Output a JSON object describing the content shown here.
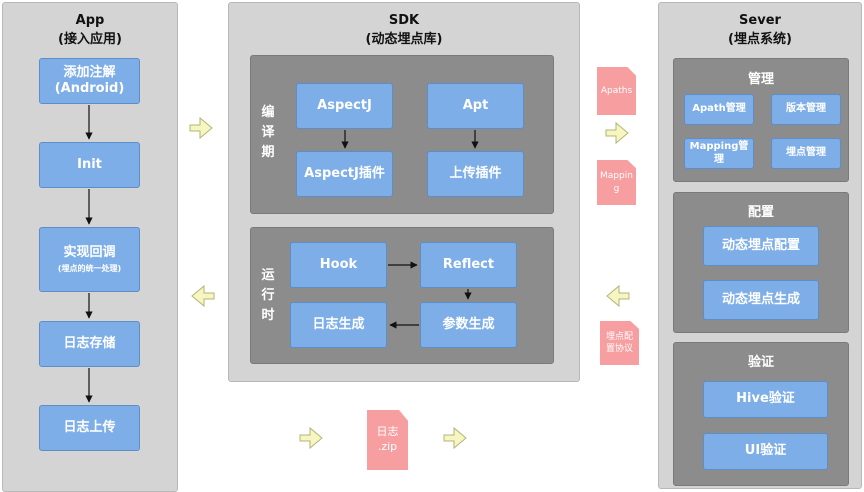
{
  "app": {
    "title": "App",
    "subtitle": "(接入应用)",
    "steps": [
      {
        "label": "添加注解",
        "sub_label": "(Android)"
      },
      {
        "label": "Init"
      },
      {
        "label": "实现回调",
        "note": "(埋点的统一处理)"
      },
      {
        "label": "日志存储"
      },
      {
        "label": "日志上传"
      }
    ]
  },
  "sdk": {
    "title": "SDK",
    "subtitle": "(动态埋点库)",
    "compile": {
      "label_chars": [
        "编",
        "译",
        "期"
      ],
      "boxes": [
        "AspectJ",
        "Apt",
        "AspectJ插件",
        "上传插件"
      ]
    },
    "runtime": {
      "label_chars": [
        "运",
        "行",
        "时"
      ],
      "boxes": [
        "Hook",
        "Reflect",
        "参数生成",
        "日志生成"
      ]
    }
  },
  "server": {
    "title": "Sever",
    "subtitle": "(埋点系统)",
    "manage": {
      "title": "管理",
      "items": [
        "Apath管理",
        "版本管理",
        "Mapping管理",
        "埋点管理"
      ]
    },
    "config": {
      "title": "配置",
      "items": [
        "动态埋点配置",
        "动态埋点生成"
      ]
    },
    "verify": {
      "title": "验证",
      "items": [
        "Hive验证",
        "UI验证"
      ]
    }
  },
  "documents": {
    "apaths": "Apaths",
    "mapping": "Mapping",
    "protocol": "埋点配置协议",
    "log_zip_line1": "日志",
    "log_zip_line2": ".zip"
  },
  "colors": {
    "panel": "#d4d4d4",
    "section": "#8c8c8c",
    "box": "#7eaee8",
    "document": "#f79ea0",
    "flow_arrow": "#f7f6c0"
  }
}
